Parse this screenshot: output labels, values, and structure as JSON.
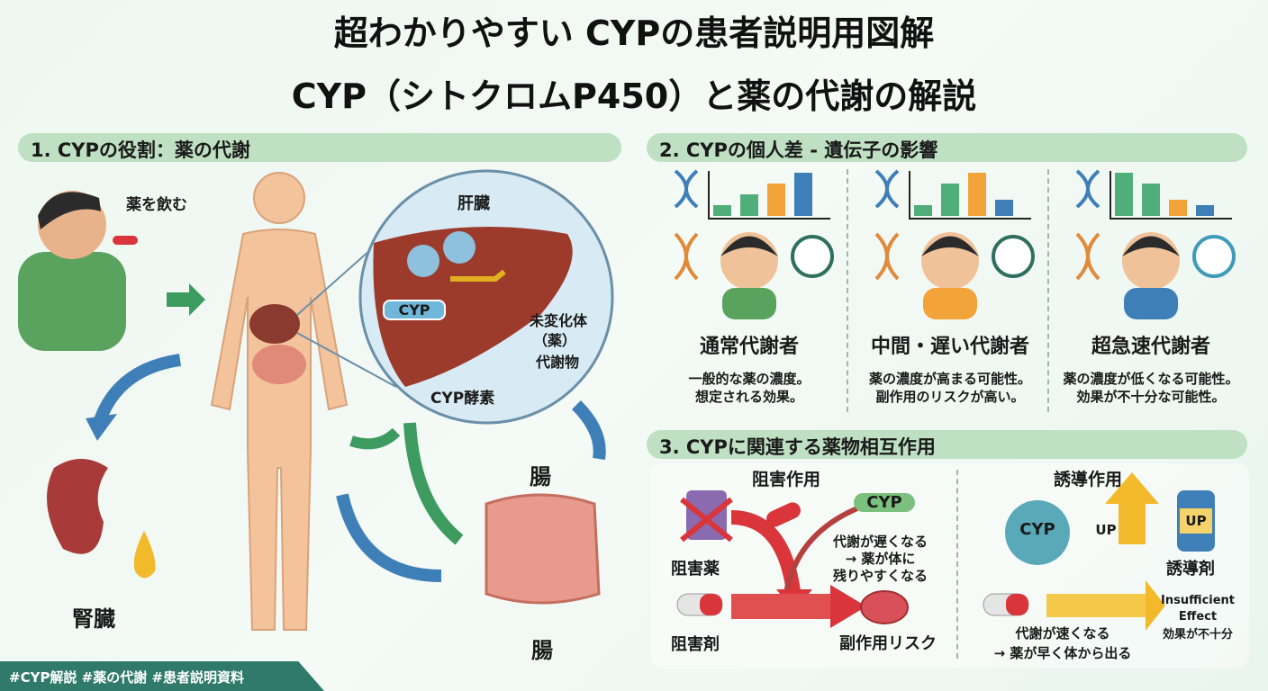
{
  "title": {
    "line1": "超わかりやすい CYPの患者説明用図解",
    "line2": "CYP（シトクロムP450）と薬の代謝の解説"
  },
  "section1": {
    "header": "1. CYPの役割：薬の代謝",
    "take_drug": "薬を飲む",
    "liver": "肝臓",
    "cyp_badge": "CYP",
    "cyp_enzyme": "CYP酵素",
    "unchanged": "未変化体",
    "drug_paren": "（薬）",
    "metabolite": "代謝物",
    "kidney": "腎臓",
    "intestine_top": "腸",
    "intestine_bottom": "腸"
  },
  "section2": {
    "header": "2. CYPの個人差 - 遺伝子の影響",
    "types": [
      {
        "name": "通常代謝者",
        "desc1": "一般的な薬の濃度。",
        "desc2": "想定される効果。",
        "bars": [
          1,
          2,
          3,
          4
        ]
      },
      {
        "name": "中間・遅い代謝者",
        "desc1": "薬の濃度が高まる可能性。",
        "desc2": "副作用のリスクが高い。",
        "bars": [
          1,
          3,
          4,
          1.5
        ]
      },
      {
        "name": "超急速代謝者",
        "desc1": "薬の濃度が低くなる可能性。",
        "desc2": "効果が不十分な可能性。",
        "bars": [
          4,
          3,
          1.5,
          1
        ]
      }
    ]
  },
  "section3": {
    "header": "3. CYPに関連する薬物相互作用",
    "inhibition": {
      "title": "阻害作用",
      "cyp": "CYP",
      "effect1": "代謝が遅くなる",
      "effect2": "→ 薬が体に",
      "effect3": "残りやすくなる",
      "inhibitor_drug": "阻害薬",
      "inhibitor_agent": "阻害剤",
      "risk": "副作用リスク"
    },
    "induction": {
      "title": "誘導作用",
      "cyp": "CYP",
      "up_arrow": "UP",
      "up_bottle": "UP",
      "inducer": "誘導剤",
      "effect1": "代謝が速くなる",
      "effect2": "→ 薬が早く体から出る",
      "result_en1": "Insufficient",
      "result_en2": "Effect",
      "result_ja": "効果が不十分"
    }
  },
  "tags": "#CYP解説 #薬の代謝 #患者説明資料",
  "colors": {
    "header_bg": "#bfe0c3",
    "arrow_blue": "#3f7fb8",
    "arrow_green": "#3e9b5f",
    "red": "#d9353a",
    "yellow": "#f2b92a",
    "teal": "#2f7a6a"
  }
}
